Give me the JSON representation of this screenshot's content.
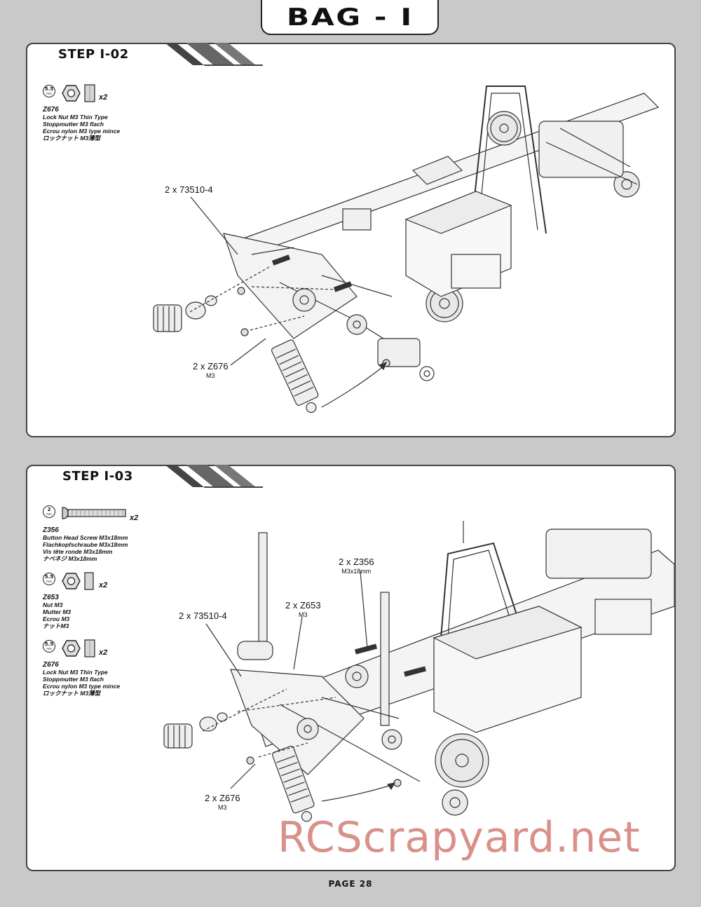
{
  "header": {
    "bag_title": "BAG - I"
  },
  "steps": [
    {
      "label": "STEP I-02",
      "parts": [
        {
          "badge": "5.5",
          "badge_unit": "mm",
          "icon": "lock-nut-icon",
          "qty": "x2",
          "code": "Z676",
          "desc": [
            "Lock Nut M3 Thin Type",
            "Stoppmutter M3 flach",
            "Ecrou nylon M3 type mince",
            "ロックナット M3薄型"
          ]
        }
      ],
      "callouts": [
        {
          "main": "2 x 73510-4",
          "sub": ""
        },
        {
          "main": "2 x Z676",
          "sub": "M3"
        }
      ]
    },
    {
      "label": "STEP I-03",
      "parts": [
        {
          "badge": "2",
          "badge_unit": "mm",
          "icon": "button-head-screw-icon",
          "qty": "x2",
          "code": "Z356",
          "desc": [
            "Button Head Screw M3x18mm",
            "Flachkopfschraube M3x18mm",
            "Vis tête ronde M3x18mm",
            "ナベネジ M3x18mm"
          ]
        },
        {
          "badge": "5.5",
          "badge_unit": "mm",
          "icon": "nut-icon",
          "qty": "x2",
          "code": "Z653",
          "desc": [
            "Nut M3",
            "Mutter M3",
            "Ecrou M3",
            "ナットM3"
          ]
        },
        {
          "badge": "5.5",
          "badge_unit": "mm",
          "icon": "lock-nut-icon",
          "qty": "x2",
          "code": "Z676",
          "desc": [
            "Lock Nut M3 Thin Type",
            "Stoppmutter M3 flach",
            "Ecrou nylon M3 type mince",
            "ロックナット M3薄型"
          ]
        }
      ],
      "callouts": [
        {
          "main": "2 x 73510-4",
          "sub": ""
        },
        {
          "main": "2 x Z653",
          "sub": "M3"
        },
        {
          "main": "2 x Z356",
          "sub": "M3x18mm"
        },
        {
          "main": "2 x Z676",
          "sub": "M3"
        }
      ]
    }
  ],
  "watermark": "RCScrapyard.net",
  "footer": {
    "page": "PAGE 28"
  }
}
